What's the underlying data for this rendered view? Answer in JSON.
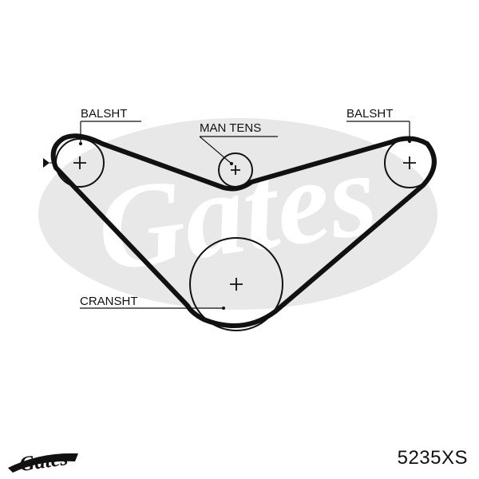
{
  "diagram": {
    "labels": {
      "balsht_left": "BALSHT",
      "man_tens": "MAN TENS",
      "balsht_right": "BALSHT",
      "cransht": "CRANSHT"
    },
    "watermark_icon": "gates-logo-watermark",
    "logo_icon": "gates-logo"
  },
  "footer": {
    "part_number": "5235XS"
  },
  "colors": {
    "belt": "#111111",
    "watermark": "#e6e6e6",
    "text": "#111111"
  }
}
